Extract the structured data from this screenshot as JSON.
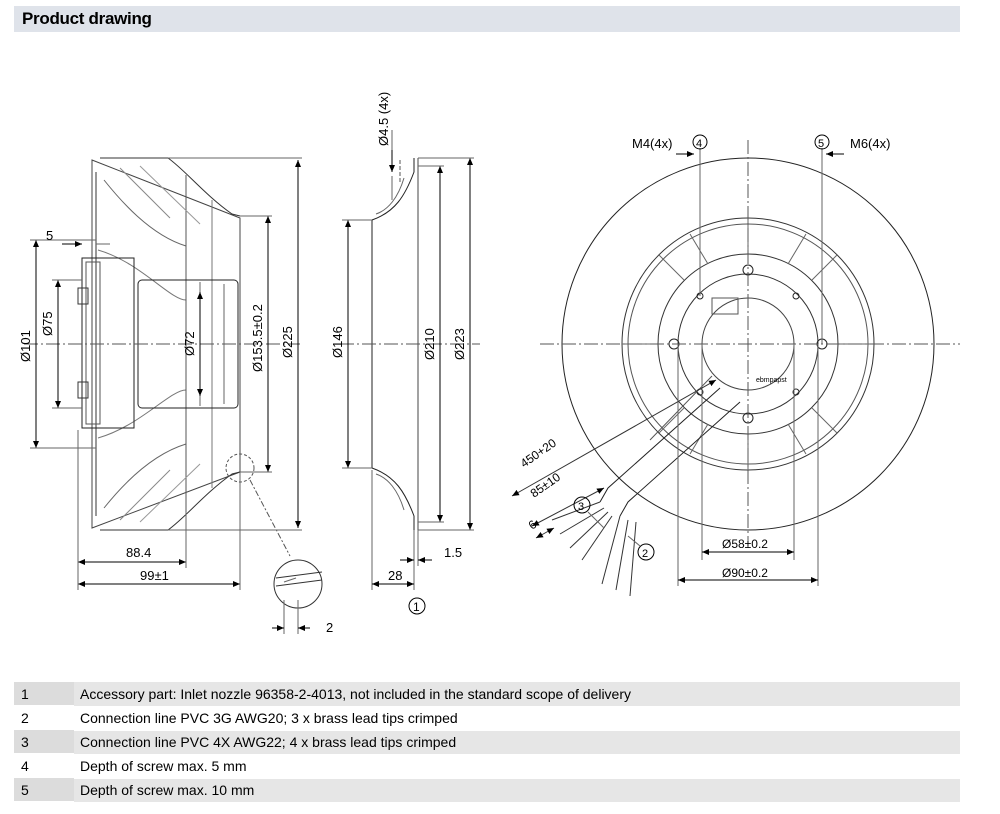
{
  "header": {
    "title": "Product drawing"
  },
  "side_view": {
    "dims": {
      "d101": "Ø101",
      "d75": "Ø75",
      "d72": "Ø72",
      "d153": "Ø153.5±0.2",
      "d225": "Ø225",
      "five": "5",
      "len884": "88.4",
      "len99": "99±1",
      "two": "2"
    }
  },
  "nozzle_view": {
    "dims": {
      "d45": "Ø4.5 (4x)",
      "d146": "Ø146",
      "d210": "Ø210",
      "d223": "Ø223",
      "w28": "28",
      "w15": "1.5"
    },
    "callout": "1"
  },
  "front_view": {
    "dims": {
      "m4": "M4(4x)",
      "m6": "M6(4x)",
      "d58": "Ø58±0.2",
      "d90": "Ø90±0.2",
      "l450": "450+20",
      "l85": "85±10",
      "l6": "6"
    },
    "callouts": {
      "c4": "4",
      "c5": "5",
      "c3": "3",
      "c2": "2"
    },
    "brand": "ebmpapst"
  },
  "legend": [
    {
      "num": "1",
      "text": "Accessory part: Inlet nozzle 96358-2-4013, not included in the standard scope of delivery"
    },
    {
      "num": "2",
      "text": "Connection line PVC 3G AWG20; 3 x brass lead tips crimped"
    },
    {
      "num": "3",
      "text": "Connection line PVC 4X AWG22; 4 x brass lead tips crimped"
    },
    {
      "num": "4",
      "text": "Depth of screw max. 5 mm"
    },
    {
      "num": "5",
      "text": "Depth of screw max. 10 mm"
    }
  ]
}
